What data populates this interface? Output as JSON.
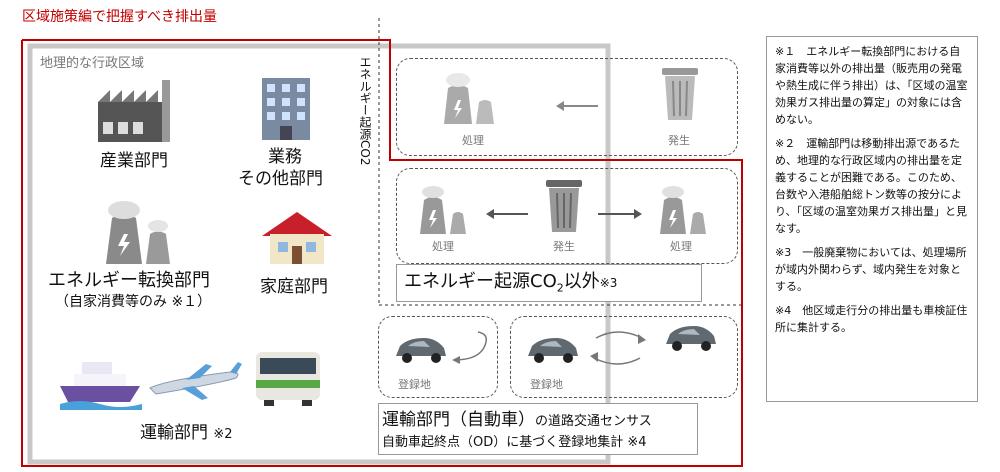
{
  "title": "区域施策編で把握すべき排出量",
  "region_label": "地理的な行政区域",
  "sectors": {
    "industry": "産業部門",
    "business_1": "業務",
    "business_2": "その他部門",
    "energy": "エネルギー転換部門",
    "energy_note": "（自家消費等のみ ※１）",
    "household": "家庭部門",
    "transport": "運輸部門",
    "transport_mark": "※2"
  },
  "energy_co2_vertical": "エネルギー起源CO2",
  "flow_labels": {
    "process": "処理",
    "generation": "発生",
    "registration": "登録地"
  },
  "non_energy": {
    "label_pre": "エネルギー起源CO",
    "label_sub": "2",
    "label_post": "以外",
    "mark": "※3"
  },
  "auto": {
    "line1_big": "運輸部門（自動車）",
    "line1_small": "の道路交通センサス",
    "line2": "自動車起終点（OD）に基づく登録地集計 ※4"
  },
  "notes": [
    "※１　エネルギー転換部門における自家消費等以外の排出量（販売用の発電や熱生成に伴う排出）は、「区域の温室効果ガス排出量の算定」の対象には含めない。",
    "※２　運輸部門は移動排出源であるため、地理的な行政区域内の排出量を定義することが困難である。このため、台数や入港船舶総トン数等の按分により、「区域の温室効果ガス排出量」と見なす。",
    "※3　一般廃棄物においては、処理場所が域内外関わらず、域内発生を対象とする。",
    "※4　他区域走行分の排出量も車検証住所に集計する。"
  ],
  "colors": {
    "red_boundary": "#c00000",
    "gray_region": "#c8c8c8",
    "dash": "#555555"
  }
}
